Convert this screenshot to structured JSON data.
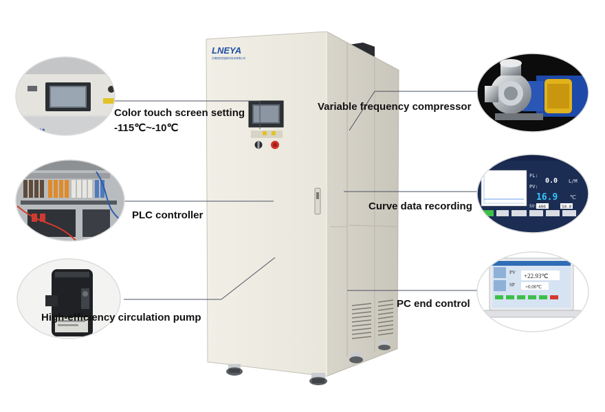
{
  "brand": {
    "logo_text": "LNEYA",
    "logo_subtext": "无锡冠亚恒温制冷技术有限公司",
    "accent_color": "#1f4fa3"
  },
  "features": {
    "touch_screen": "Color touch screen setting",
    "temp_range": "-115℃~-10℃",
    "plc": "PLC controller",
    "pump": "High-efficiency circulation pump",
    "compressor": "Variable frequency compressor",
    "curve": "Curve data recording",
    "pc": "PC end control"
  },
  "panel_screen": {
    "fl_label": "FL:",
    "fl_value": "0.0",
    "fl_unit": "L/M",
    "pv_label": "PV:",
    "pv_value": "16.9",
    "pv_unit": "℃",
    "sv_label": "SV:",
    "sv_value_1": "400",
    "sv_value_2": "50.0"
  },
  "laptop_screen": {
    "pv_label": "PV",
    "pv_value": "+22.93℃",
    "sp_label": "SP",
    "sp_value": "+0.00℃"
  }
}
